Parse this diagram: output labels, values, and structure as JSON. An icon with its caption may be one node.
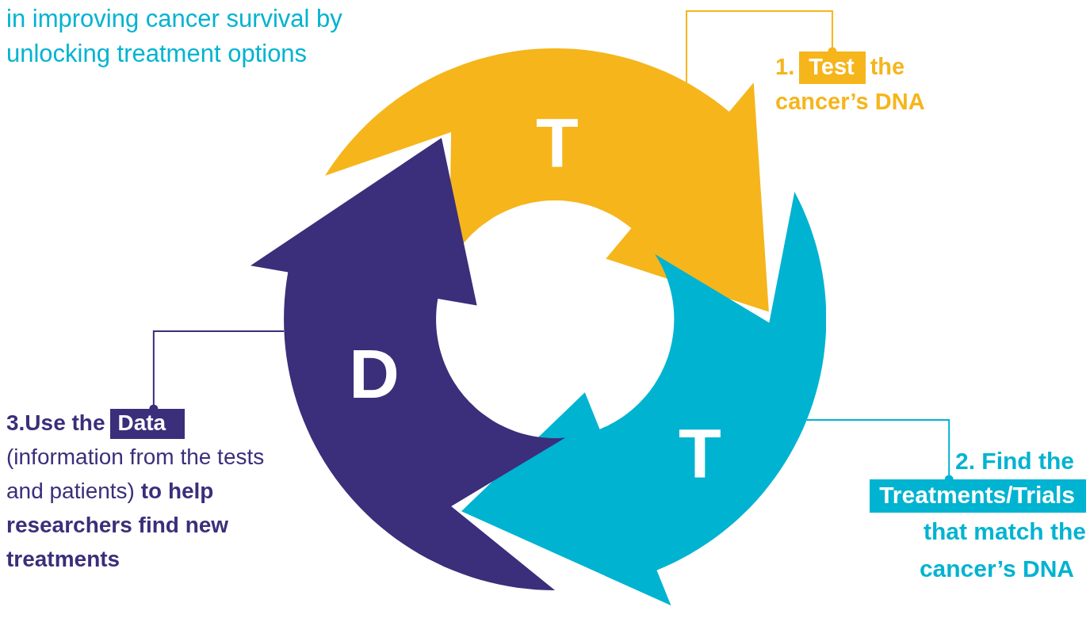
{
  "diagram": {
    "nodes": [
      {
        "text": [
          "T"
        ]
      },
      {
        "text": [
          "T"
        ]
      },
      {
        "text": [
          "D"
        ]
      },
      {
        "text": [
          "1.",
          "the",
          "cancer’s DNA"
        ]
      },
      {
        "text": [
          "Test"
        ],
        "in": 3
      },
      {
        "text": [
          "2. Find the",
          "that match the cancer’s DNA"
        ]
      },
      {
        "text": [
          "Treatments/Trials"
        ],
        "in": 5
      },
      {
        "text": [
          "3.Use the",
          "(information from the tests and patients) **to help researchers find new treatments**"
        ]
      },
      {
        "text": [
          "Data"
        ],
        "in": 7
      }
    ],
    "edges": [
      {
        "from": 4,
        "to": 0,
        "arrow": "other",
        "color": "#f5b51b"
      },
      {
        "from": 6,
        "to": 1,
        "arrow": "other",
        "color": "#00b3d1"
      },
      {
        "from": 8,
        "to": 2,
        "arrow": "other",
        "color": "#3b2e7a"
      }
    ],
    "labels": [
      "in improving cancer survival by unlocking treatment options"
    ]
  }
}
